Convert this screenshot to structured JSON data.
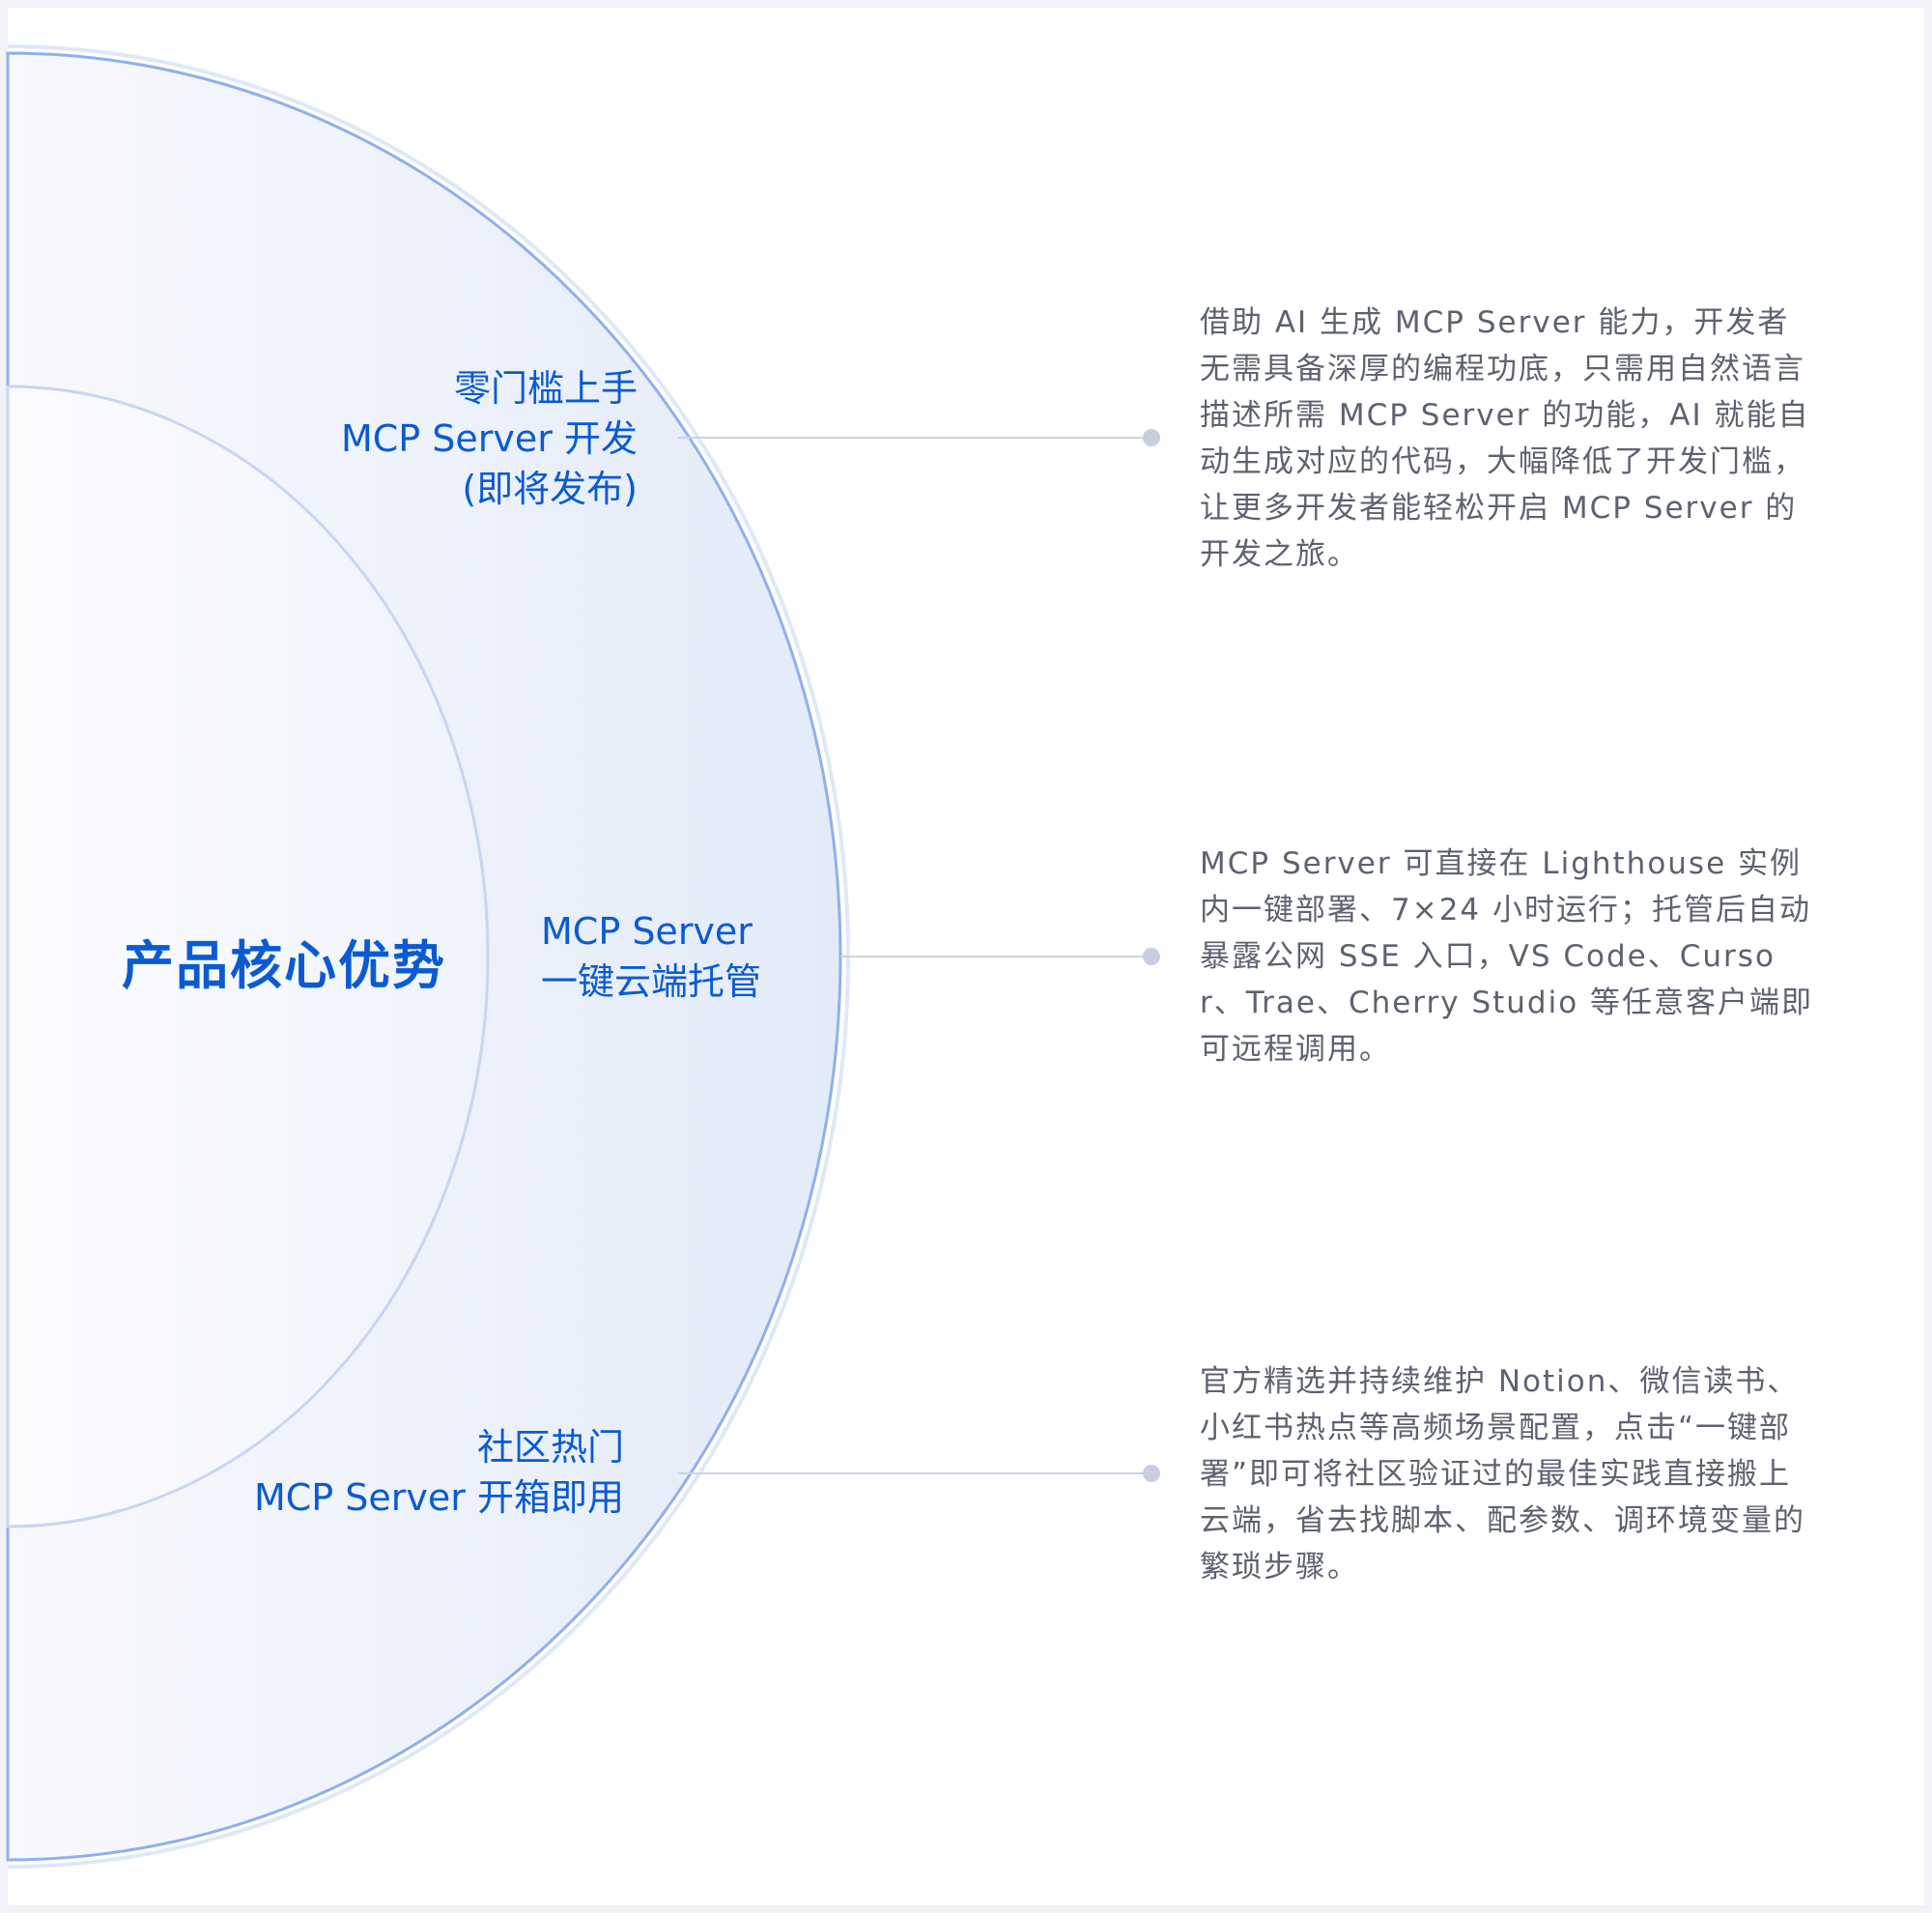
{
  "core": {
    "title": "产品核心优势"
  },
  "features": [
    {
      "lines": [
        "零门槛上手",
        "MCP Server 开发",
        "(即将发布)"
      ],
      "description": "借助 AI 生成 MCP Server 能力，开发者无需具备深厚的编程功底，只需用自然语言描述所需 MCP Server 的功能，AI 就能自动生成对应的代码，大幅降低了开发门槛，让更多开发者能轻松开启 MCP Server 的开发之旅。"
    },
    {
      "lines": [
        "MCP Server",
        "一键云端托管"
      ],
      "description": "MCP Server 可直接在 Lighthouse 实例内一键部署、7×24 小时运行；托管后自动暴露公网 SSE 入口，VS Code、Cursor、Trae、Cherry Studio 等任意客户端即可远程调用。"
    },
    {
      "lines": [
        "社区热门",
        "MCP Server 开箱即用"
      ],
      "description": "官方精选并持续维护 Notion、微信读书、小红书热点等高频场景配置，点击“一键部署”即可将社区验证过的最佳实践直接搬上云端，省去找脚本、配参数、调环境变量的繁琐步骤。"
    }
  ],
  "colors": {
    "accent": "#0a5bd3",
    "description_text": "#5d6271",
    "arc": "#8fb0ec",
    "connector": "#c9d3e6",
    "dot": "#c8cedb"
  }
}
